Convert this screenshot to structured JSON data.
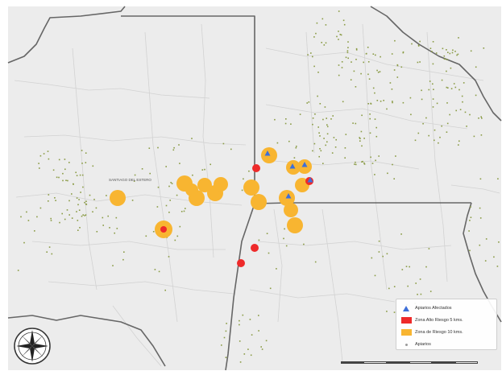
{
  "map": {
    "region_labels": [
      "SANTIAGO DEL ESTERO"
    ],
    "colors": {
      "land": "#ececec",
      "background": "#ffffff",
      "province_border": "#666666",
      "dept_border": "#cfcfcf",
      "apiary_dot": "#8a9b45",
      "high_risk": "#ee2a2a",
      "risk_zone": "#f8b531",
      "affected_apiary": "#3d6fd8"
    }
  },
  "legend": {
    "items": [
      {
        "label": "Apiarios Afectados",
        "symbol": "triangle-blue-icon"
      },
      {
        "label": "Zona Alto Riesgo 5 kms.",
        "symbol": "red-square-icon"
      },
      {
        "label": "Zona de Riesgo 10 kms.",
        "symbol": "orange-square-icon"
      },
      {
        "label": "Apiarios",
        "symbol": "gray-dot-icon"
      }
    ]
  },
  "compass": {
    "icon": "compass-rose-icon"
  }
}
